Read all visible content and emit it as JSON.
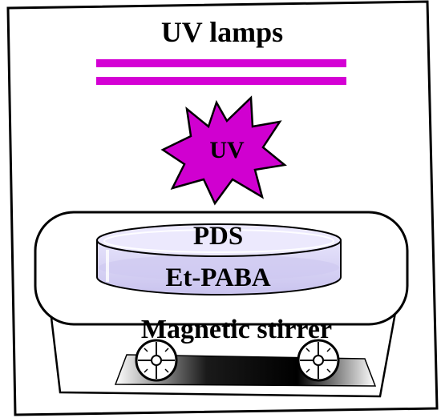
{
  "labels": {
    "title": "UV lamps",
    "burst": "UV",
    "dish_top": "PDS",
    "dish_bottom": "Et-PABA",
    "device": "Magnetic stirrer"
  },
  "colors": {
    "lamp": "#d400d4",
    "burst": "#d000d0",
    "dish_liquid": "#d8d4f4",
    "frame": "#000000"
  }
}
